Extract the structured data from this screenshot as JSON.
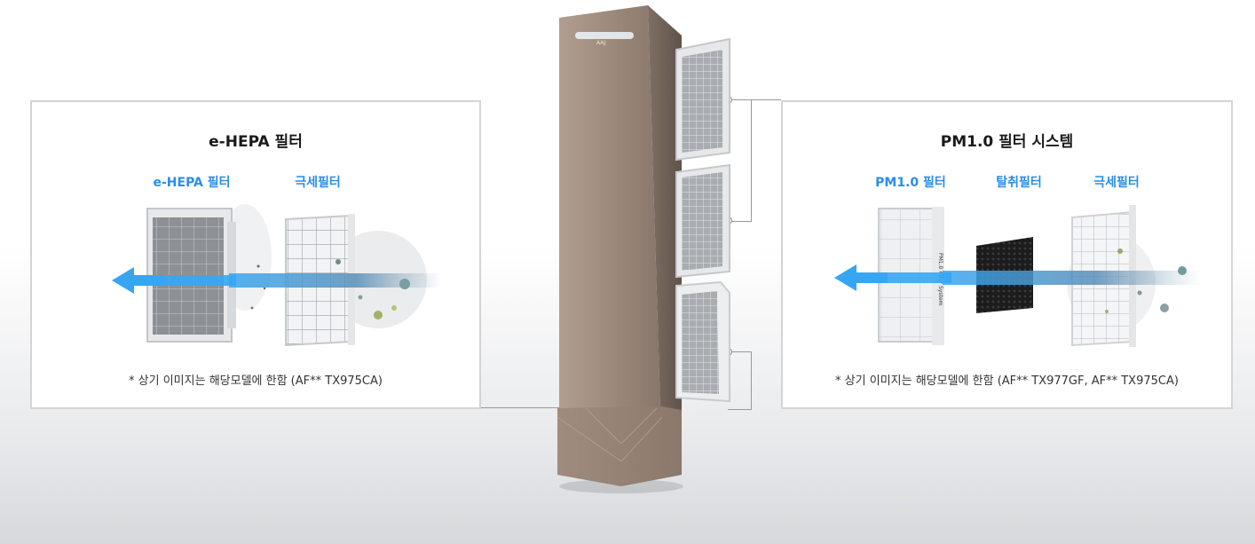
{
  "left_panel": {
    "title": "e-HEPA 필터",
    "labels": [
      "e-HEPA 필터",
      "극세필터"
    ],
    "note": "* 상기 이미지는 해당모델에 한함 (AF** TX975CA)"
  },
  "right_panel": {
    "title": "PM1.0 필터 시스템",
    "labels": [
      "PM1.0 필터",
      "탈취필터",
      "극세필터"
    ],
    "note": "* 상기 이미지는 해당모델에 한함 (AF** TX977GF, AF** TX975CA)"
  },
  "unit": {
    "logo_text": "AAJ",
    "pm_filter_print": "PM1.0 Filter System"
  },
  "colors": {
    "accent_blue": "#2a8ee8",
    "arrow_blue": "#36a6f2",
    "body_bronze": "#a68f80",
    "panel_border": "#d4d4d4"
  }
}
